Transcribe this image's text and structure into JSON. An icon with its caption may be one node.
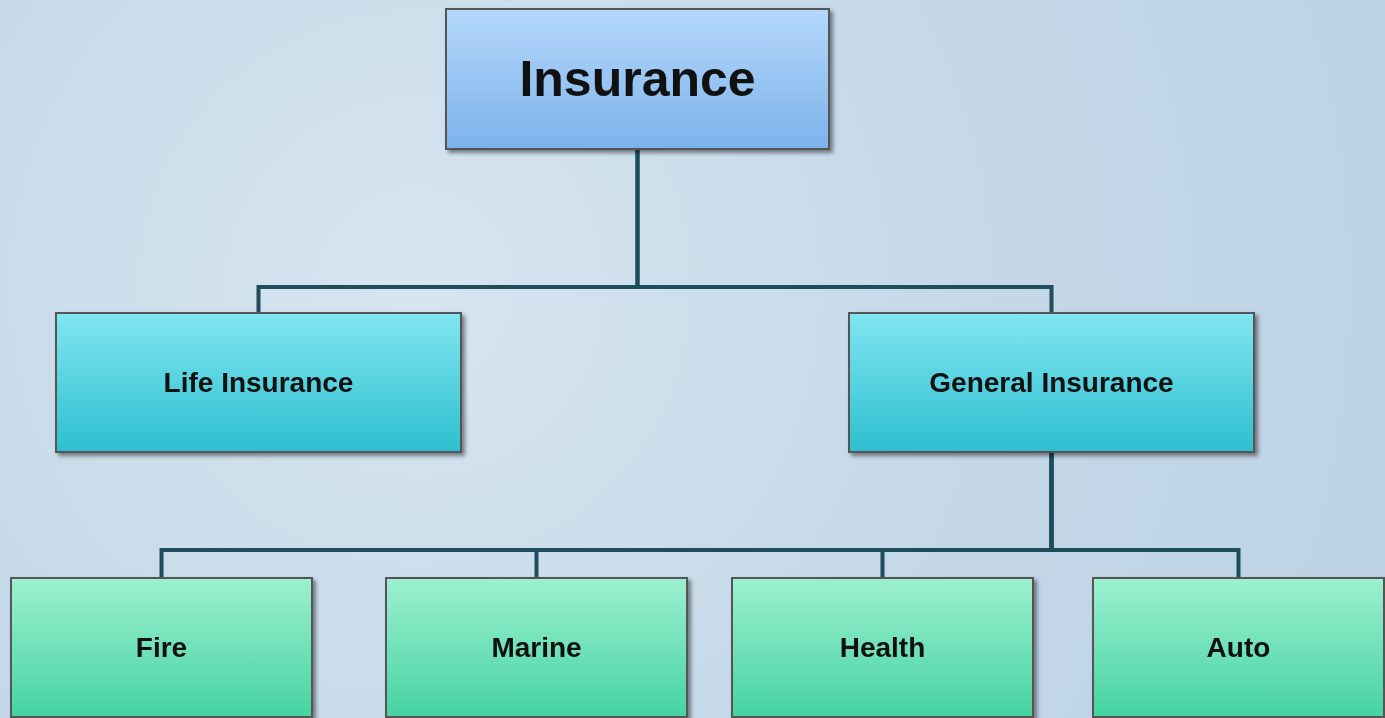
{
  "diagram": {
    "nodes": [
      {
        "text": [
          "Insurance"
        ]
      },
      {
        "text": [
          "Life Insurance"
        ]
      },
      {
        "text": [
          "General Insurance"
        ]
      },
      {
        "text": [
          "Fire"
        ]
      },
      {
        "text": [
          "Marine"
        ]
      },
      {
        "text": [
          "Health"
        ]
      },
      {
        "text": [
          "Auto"
        ]
      }
    ],
    "edges": [
      {
        "from": 0,
        "to": 1,
        "arrow": "none"
      },
      {
        "from": 0,
        "to": 2,
        "arrow": "none"
      },
      {
        "from": 2,
        "to": 3,
        "arrow": "none"
      },
      {
        "from": 2,
        "to": 4,
        "arrow": "none"
      },
      {
        "from": 2,
        "to": 5,
        "arrow": "none"
      },
      {
        "from": 2,
        "to": 6,
        "arrow": "none"
      }
    ]
  }
}
